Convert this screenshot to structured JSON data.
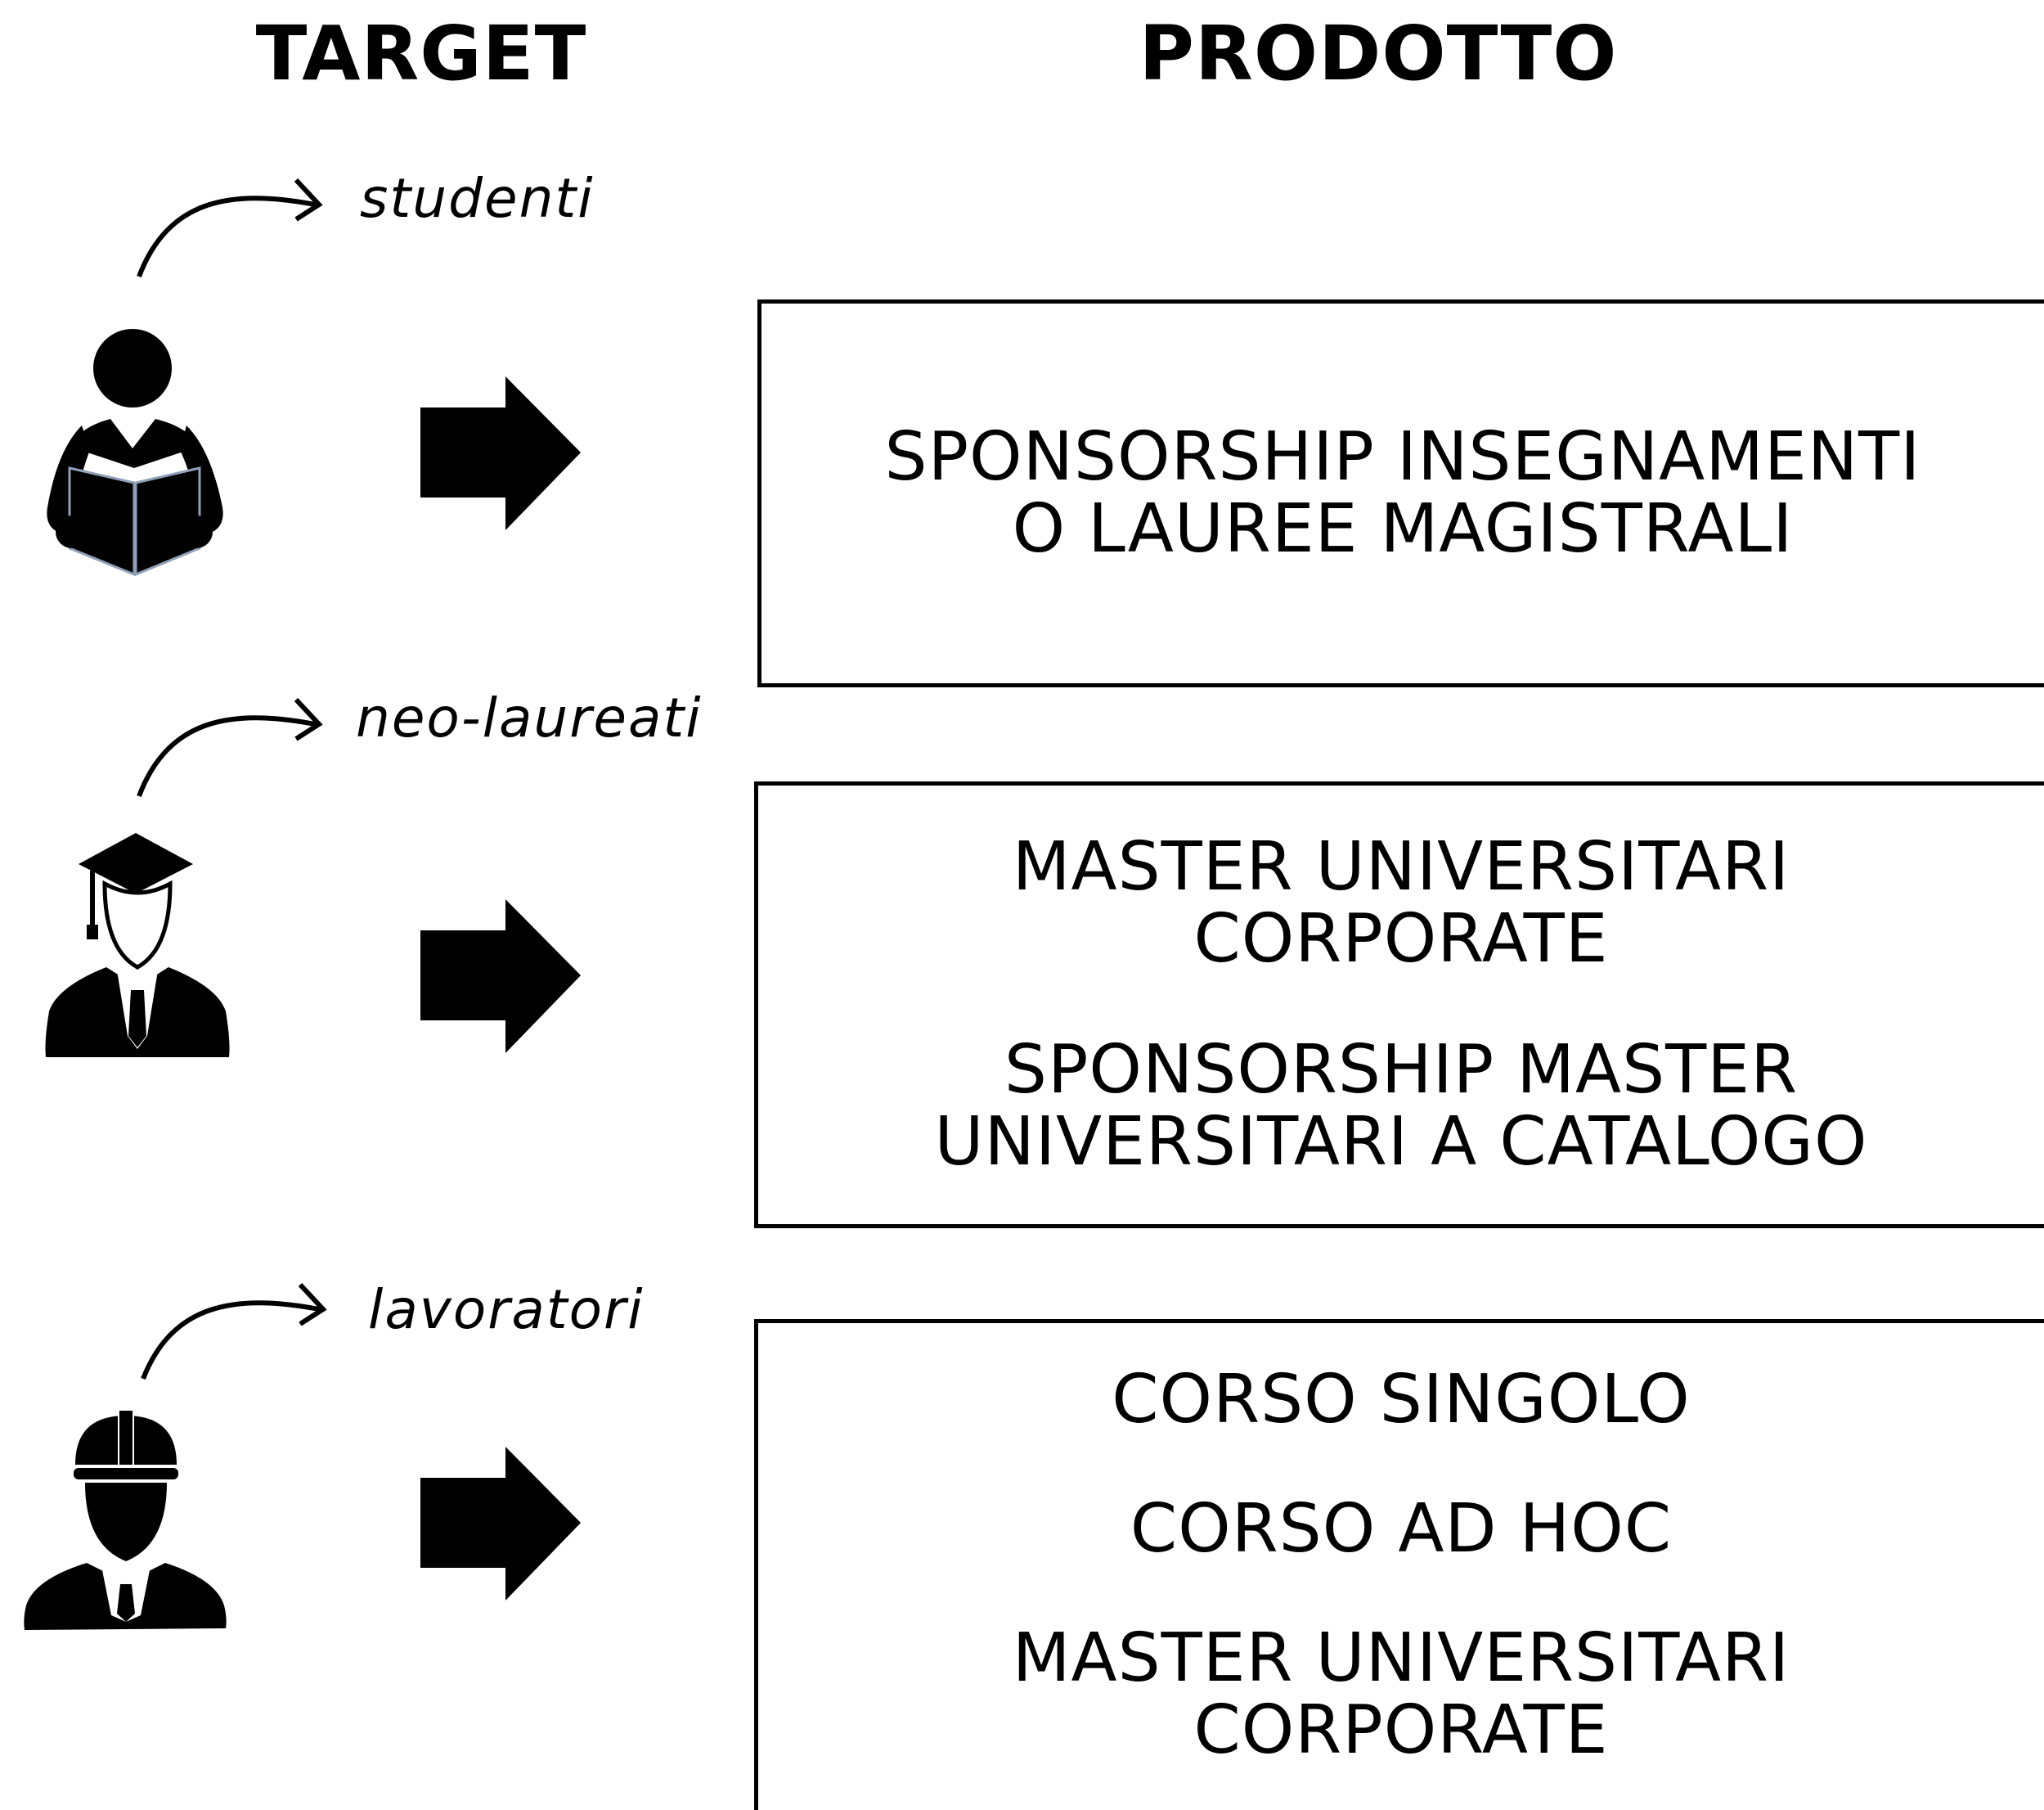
{
  "headers": {
    "target": "TARGET",
    "product": "PRODOTTO"
  },
  "rows": [
    {
      "target": "studenti",
      "icon": "student-reading-icon",
      "product_lines": [
        "SPONSORSHIP INSEGNAMENTI",
        "O LAUREE MAGISTRALI"
      ]
    },
    {
      "target": "neo-laureati",
      "icon": "graduate-icon",
      "product_lines": [
        "MASTER UNIVERSITARI",
        "CORPORATE",
        "SPONSORSHIP MASTER",
        "UNIVERSITARI A CATALOGO"
      ]
    },
    {
      "target": "lavoratori",
      "icon": "worker-helmet-icon",
      "product_lines": [
        "CORSO SINGOLO",
        "CORSO AD HOC",
        "MASTER UNIVERSITARI",
        "CORPORATE"
      ]
    }
  ]
}
